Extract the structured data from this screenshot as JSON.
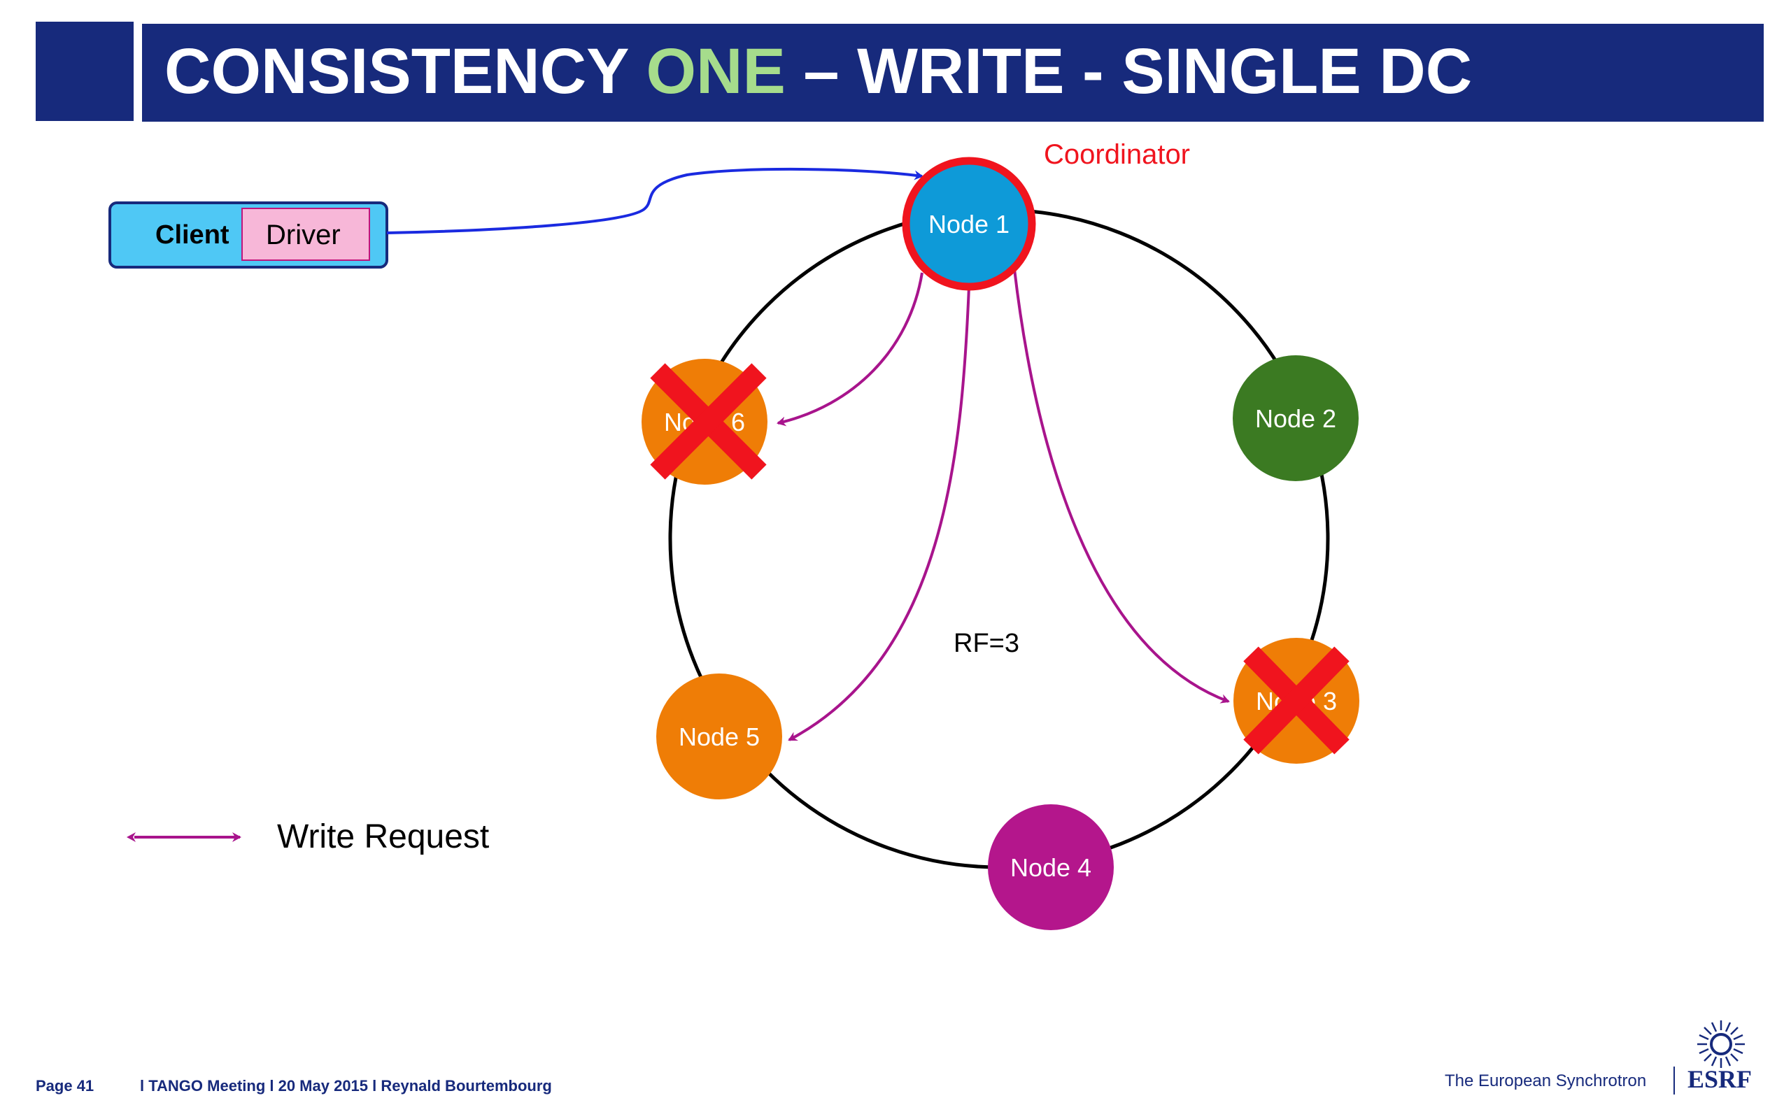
{
  "header": {
    "title_prefix": "CONSISTENCY ",
    "title_accent": "ONE",
    "title_suffix": " – WRITE - SINGLE DC"
  },
  "colors": {
    "header_bg": "#172a7c",
    "accent_green": "#a6dc8c",
    "coordinator_red": "#f0141e",
    "client_arrow_blue": "#1a2ae0",
    "write_request_purple": "#a8148c",
    "node_blue": "#0e9ad8",
    "node_green": "#3b7a22",
    "node_orange": "#ef7d06",
    "node_purple": "#b4168c",
    "client_box_blue": "#4fc8f5",
    "driver_box_pink": "#f7b7d8"
  },
  "client": {
    "client_label": "Client",
    "driver_label": "Driver"
  },
  "coordinator_label": "Coordinator",
  "nodes": [
    {
      "label": "Node 1",
      "color": "#0e9ad8",
      "status": "coordinator"
    },
    {
      "label": "Node 2",
      "color": "#3b7a22",
      "status": "up"
    },
    {
      "label": "Node 3",
      "color": "#ef7d06",
      "status": "down"
    },
    {
      "label": "Node 4",
      "color": "#b4168c",
      "status": "up"
    },
    {
      "label": "Node 5",
      "color": "#ef7d06",
      "status": "up"
    },
    {
      "label": "Node 6",
      "color": "#ef7d06",
      "status": "down"
    }
  ],
  "replication_factor_label": "RF=3",
  "legend": {
    "write_request_label": "Write Request"
  },
  "footer": {
    "page": "Page 41",
    "meta": "l TANGO Meeting l 20 May 2015 l Reynald Bourtembourg",
    "organization": "The European Synchrotron",
    "logo": "ESRF"
  }
}
